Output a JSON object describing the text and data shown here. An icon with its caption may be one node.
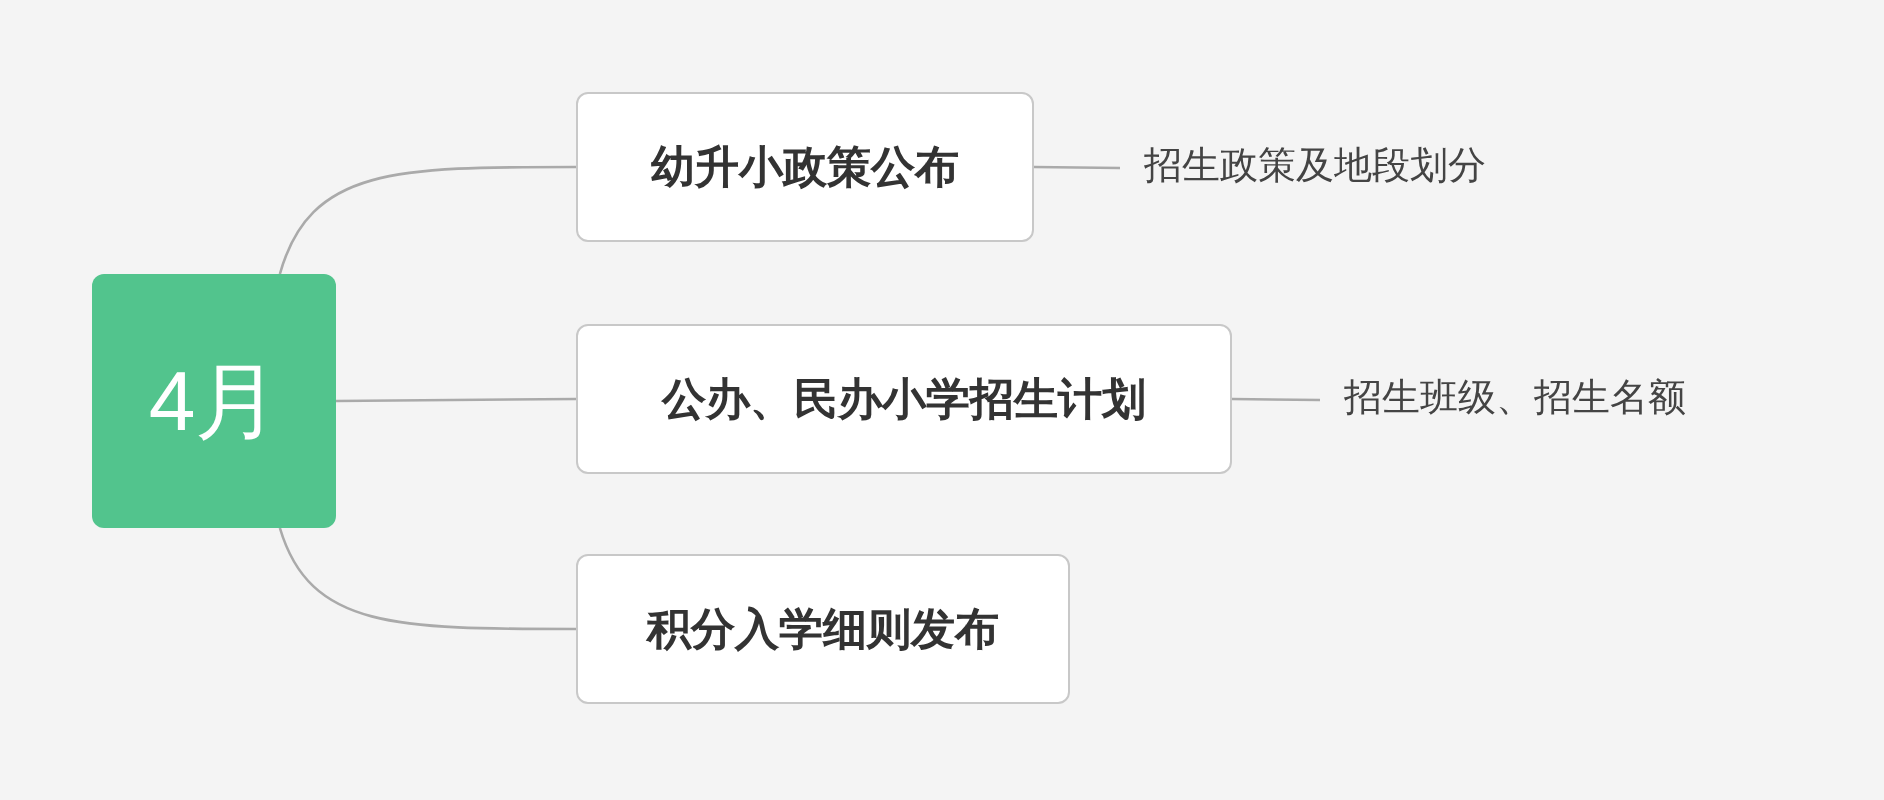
{
  "diagram": {
    "nodes": [
      {
        "text": [
          "4月"
        ]
      },
      {
        "text": [
          "幼升小政策公布"
        ]
      },
      {
        "text": [
          "公办、民办小学招生计划"
        ]
      },
      {
        "text": [
          "积分入学细则发布"
        ]
      },
      {
        "text": [
          "招生政策及地段划分"
        ]
      },
      {
        "text": [
          "招生班级、招生名额"
        ]
      }
    ],
    "edges": [
      {
        "from": 0,
        "to": 1,
        "arrow": "none"
      },
      {
        "from": 0,
        "to": 2,
        "arrow": "none"
      },
      {
        "from": 0,
        "to": 3,
        "arrow": "none"
      },
      {
        "from": 1,
        "to": 4,
        "arrow": "none"
      },
      {
        "from": 2,
        "to": 5,
        "arrow": "none"
      }
    ]
  }
}
